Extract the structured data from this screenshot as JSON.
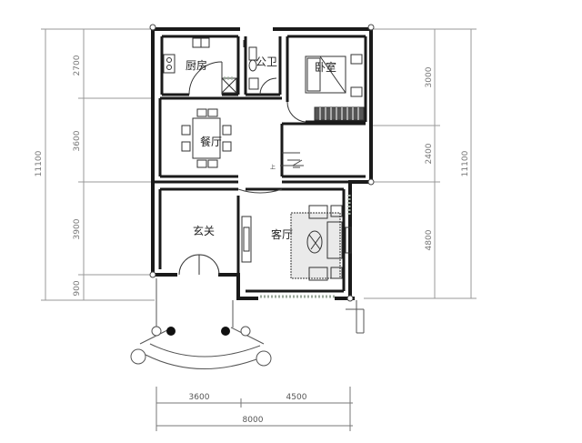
{
  "rooms": {
    "kitchen": "厨房",
    "bathroom": "公卫",
    "bedroom": "卧室",
    "dining": "餐厅",
    "foyer": "玄关",
    "living": "客厅"
  },
  "dimensions_left": {
    "top": "2700",
    "mid_upper": "3600",
    "mid_lower": "3900",
    "bottom": "900",
    "total": "11100"
  },
  "dimensions_right": {
    "top": "3000",
    "mid": "2400",
    "bottom": "4800",
    "total": "11100"
  },
  "dimensions_bottom": {
    "left": "3600",
    "right": "4500",
    "total": "8000"
  },
  "stair_mark": "上"
}
